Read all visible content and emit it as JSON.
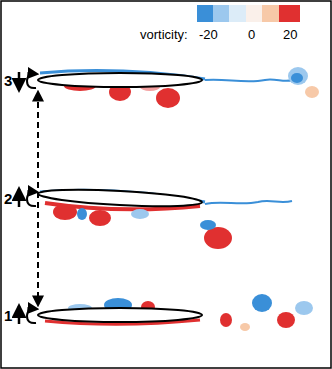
{
  "diagram": {
    "labels": [
      "vorticity:",
      "-20",
      "0",
      "20",
      "3",
      "2",
      "1"
    ]
  }
}
